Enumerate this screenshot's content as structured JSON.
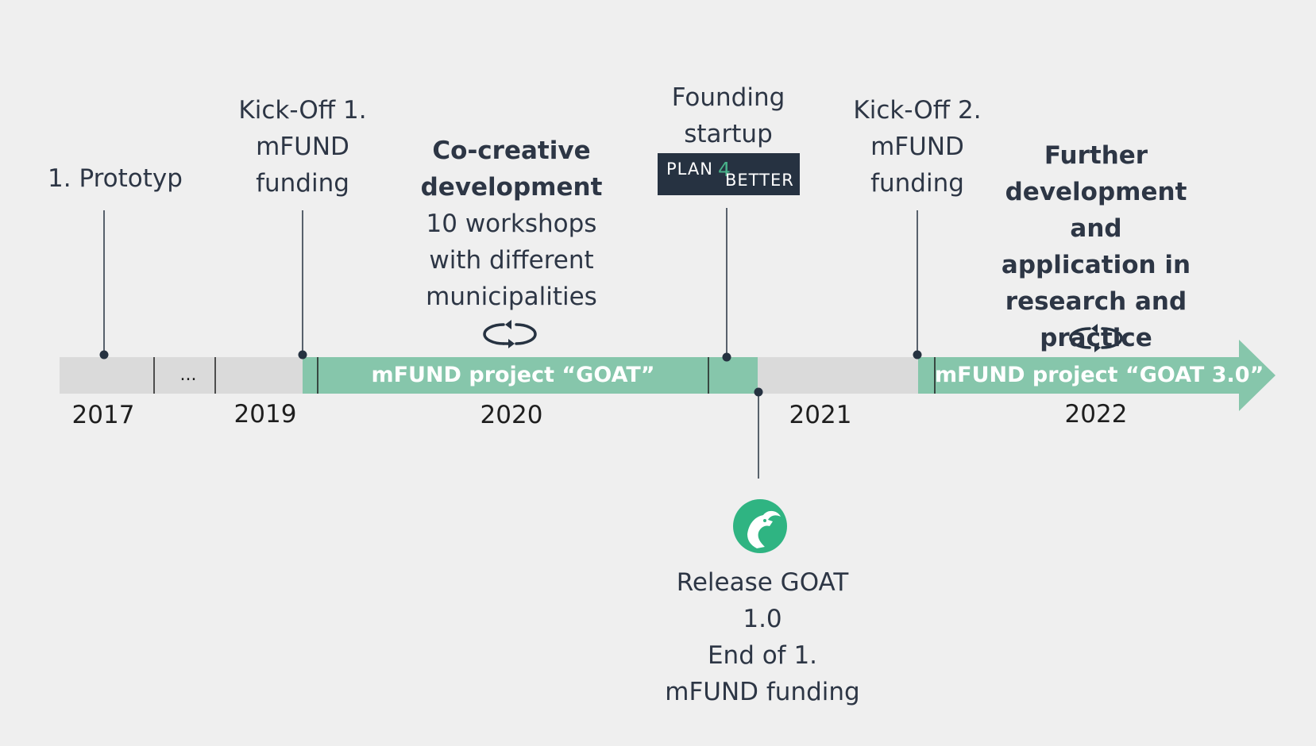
{
  "milestones": {
    "prototype": "1. Prototyp",
    "kickoff1": [
      "Kick-Off 1.",
      "mFUND",
      "funding"
    ],
    "cocreative_bold": [
      "Co-creative",
      "development"
    ],
    "cocreative_text": [
      "10 workshops",
      "with different",
      "municipalities"
    ],
    "founding": [
      "Founding",
      "startup"
    ],
    "kickoff2": [
      "Kick-Off 2.",
      "mFUND",
      "funding"
    ],
    "further": [
      "Further",
      "development and",
      "application in",
      "research and",
      "practice"
    ],
    "release": [
      "Release GOAT",
      "1.0",
      "End of 1.",
      "mFUND funding"
    ]
  },
  "logo": {
    "part1": "PLAN",
    "part2": "4",
    "part3": "BETTER"
  },
  "timeline": {
    "years": [
      "2017",
      "2019",
      "2020",
      "2021",
      "2022"
    ],
    "ellipsis": "...",
    "project1": "mFUND project “GOAT”",
    "project2": "mFUND project “GOAT 3.0”"
  },
  "icons": [
    "cycle-arrows-icon",
    "goat-logo-icon"
  ],
  "colors": {
    "background": "#efefef",
    "timeline_gray": "#dadada",
    "project_green": "#86c6ab",
    "goat_green": "#2fb482",
    "logo_dark": "#263241",
    "text": "#2d3645"
  }
}
